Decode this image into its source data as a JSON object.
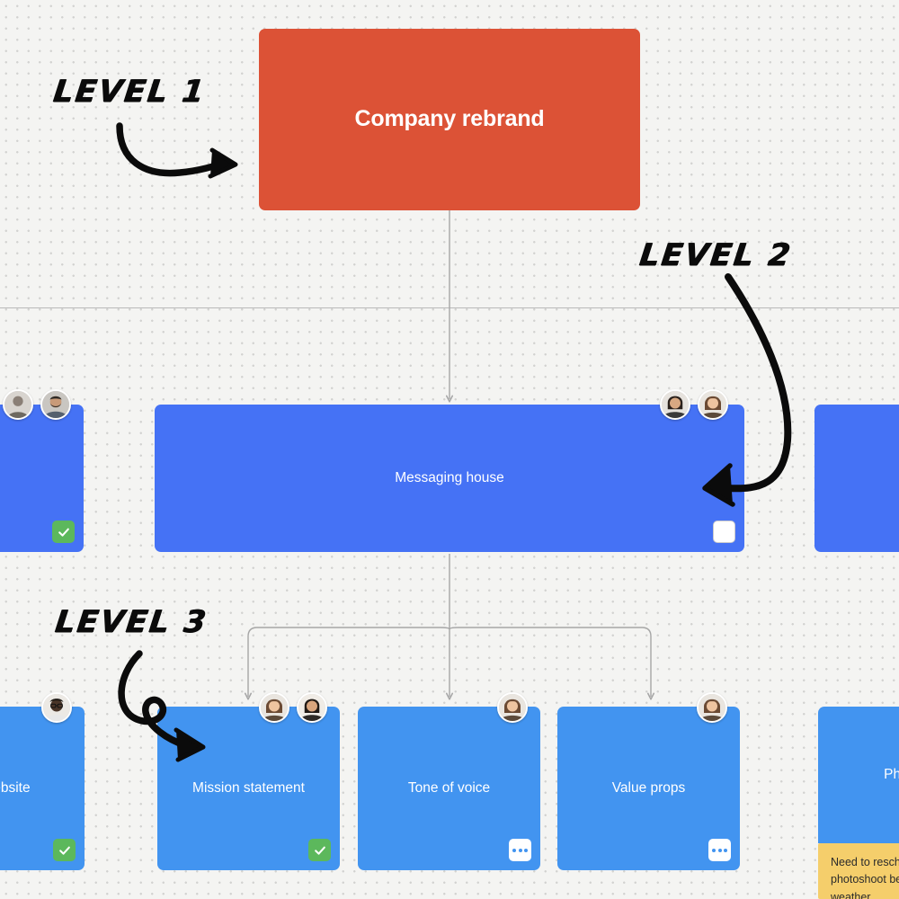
{
  "canvas": {
    "background_color": "#f4f4f2",
    "dot_grid_color": "#d2d2d0",
    "lane_divider_color": "#b9b9b9"
  },
  "palette": {
    "level1": "#dc5236",
    "level2": "#4572f5",
    "level3": "#4294f0",
    "connector": "#a6a6a6",
    "done_green": "#5cb85c",
    "sticky_yellow": "#f5ce6b",
    "annotation_black": "#0b0b0b"
  },
  "annotations": [
    {
      "id": "level-1",
      "label": "LEVEL 1",
      "arrow": "curved-arrow-right"
    },
    {
      "id": "level-2",
      "label": "LEVEL 2",
      "arrow": "long-curved-arrow-down-left"
    },
    {
      "id": "level-3",
      "label": "LEVEL 3",
      "arrow": "looping-curled-arrow-right"
    }
  ],
  "nodes": {
    "level1": [
      {
        "id": "company-rebrand",
        "title": "Company rebrand",
        "avatars": [],
        "badge": "none"
      }
    ],
    "level2": [
      {
        "id": "left-partial",
        "title": "",
        "avatars": [
          "avatar-man-beard",
          "avatar-partial"
        ],
        "badge": "done",
        "clipped": "left"
      },
      {
        "id": "messaging-house",
        "title": "Messaging house",
        "avatars": [
          "avatar-woman-dark-hair",
          "avatar-woman-light-hair"
        ],
        "badge": "empty"
      },
      {
        "id": "right-partial",
        "title": "",
        "avatars": [],
        "badge": "none",
        "clipped": "right"
      }
    ],
    "level3": [
      {
        "id": "website-partial",
        "title": "f website",
        "avatars": [
          "avatar-man-glasses"
        ],
        "badge": "done",
        "clipped": "left"
      },
      {
        "id": "mission-statement",
        "title": "Mission statement",
        "avatars": [
          "avatar-woman-light-hair",
          "avatar-woman-dark-hair"
        ],
        "badge": "done"
      },
      {
        "id": "tone-of-voice",
        "title": "Tone of voice",
        "avatars": [
          "avatar-woman-light-hair"
        ],
        "badge": "more"
      },
      {
        "id": "value-props",
        "title": "Value props",
        "avatars": [
          "avatar-woman-light-hair"
        ],
        "badge": "more"
      },
      {
        "id": "photo-and",
        "title": "Photo and",
        "avatars": [],
        "badge": "none",
        "clipped": "right"
      }
    ]
  },
  "sticky_notes": [
    {
      "id": "photoshoot-note",
      "attached_to": "photo-and",
      "text": "Need to resched​ule photoshoot bec​ause of weather",
      "visible_lines": [
        "Need to resched",
        "photoshoot bec",
        "weather"
      ]
    }
  ],
  "badge_labels": {
    "done": "check-mark",
    "empty": "unchecked-box",
    "more": "ellipsis"
  }
}
